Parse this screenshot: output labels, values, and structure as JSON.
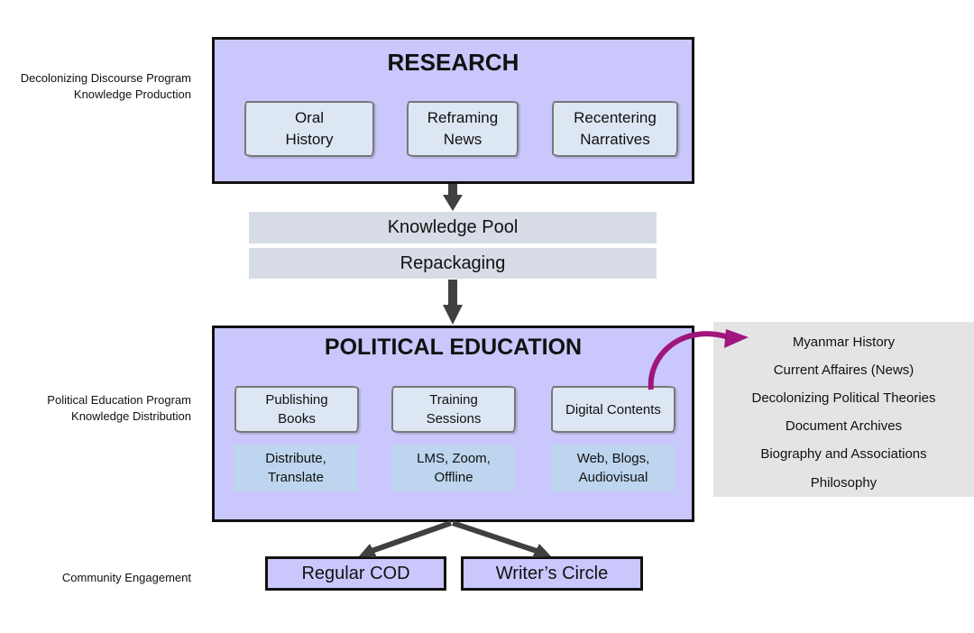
{
  "side_labels": {
    "research": [
      "Decolonizing Discourse Program",
      "Knowledge Production"
    ],
    "education": [
      "Political Education Program",
      "Knowledge Distribution"
    ],
    "community": "Community Engagement"
  },
  "research": {
    "title": "RESEARCH",
    "items": [
      [
        "Oral",
        "History"
      ],
      [
        "Reframing",
        "News"
      ],
      [
        "Recentering",
        "Narratives"
      ]
    ]
  },
  "pool": {
    "knowledge_pool": "Knowledge Pool",
    "repackaging": "Repackaging"
  },
  "education": {
    "title": "POLITICAL EDUCATION",
    "items": [
      {
        "lines": [
          "Publishing",
          "Books"
        ],
        "sub": [
          "Distribute,",
          "Translate"
        ]
      },
      {
        "lines": [
          "Training",
          "Sessions"
        ],
        "sub": [
          "LMS, Zoom,",
          "Offline"
        ]
      },
      {
        "lines": [
          "Digital Contents"
        ],
        "sub": [
          "Web, Blogs,",
          "Audiovisual"
        ]
      }
    ]
  },
  "outputs": [
    "Regular COD",
    "Writer’s Circle"
  ],
  "digital_topics": [
    "Myanmar History",
    "Current Affaires (News)",
    "Decolonizing Political Theories",
    "Document Archives",
    "Biography and Associations",
    "Philosophy"
  ],
  "colors": {
    "main_box": "#c9c7fb",
    "item_box": "#dde6f3",
    "sub_box": "#bdd5ee",
    "bar": "#d7dce6",
    "topics_panel": "#e4e4e4",
    "curved_arrow": "#a0157e",
    "arrow": "#404040"
  }
}
